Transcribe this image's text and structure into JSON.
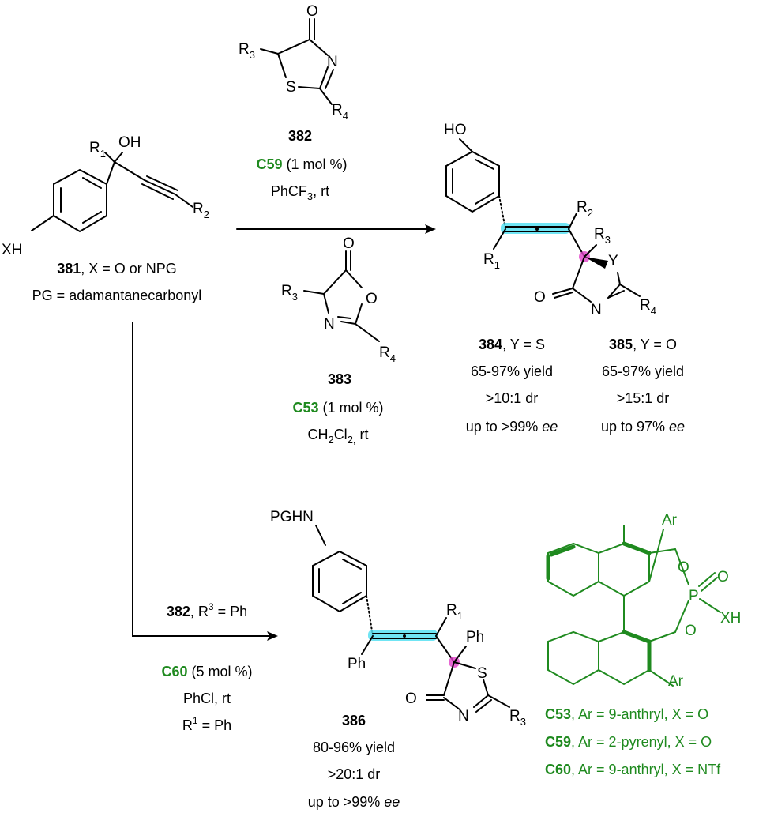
{
  "colors": {
    "catalyst": "#1f8a1f",
    "allene_highlight": "#57e1f2",
    "stereocenter": "#e040c8"
  },
  "sm": {
    "atoms": {
      "r1": "R",
      "r1_sub": "1",
      "oh": "OH",
      "r2": "R",
      "r2_sub": "2",
      "xh": "XH"
    },
    "num": "381",
    "cond1": ", X = O or NPG",
    "cond2": "PG = adamantanecarbonyl"
  },
  "c382": {
    "atoms": {
      "o": "O",
      "n": "N",
      "s": "S",
      "r3": "R",
      "r3_sub": "3",
      "r4": "R",
      "r4_sub": "4"
    },
    "num": "382",
    "cat": "C59",
    "cat_amt": " (1 mol %)",
    "solv_a": "PhCF",
    "solv_sub": "3",
    "solv_b": ", rt"
  },
  "c383": {
    "atoms": {
      "o_top": "O",
      "o_ring": "O",
      "n": "N",
      "r3": "R",
      "r3_sub": "3",
      "r4": "R",
      "r4_sub": "4"
    },
    "num": "383",
    "cat": "C53",
    "cat_amt": " (1 mol %)",
    "solv_a": "CH",
    "solv_sub1": "2",
    "solv_b": "Cl",
    "solv_sub2": "2,",
    "solv_c": " rt"
  },
  "p384": {
    "atoms": {
      "ho": "HO",
      "r2": "R",
      "r2_sub": "2",
      "r3": "R",
      "r3_sub": "3",
      "y": "Y",
      "r1": "R",
      "r1_sub": "1",
      "o": "O",
      "n": "N",
      "r4": "R",
      "r4_sub": "4"
    },
    "a_num": "384",
    "a_y": ", Y = S",
    "a_yield": "65-97% yield",
    "a_dr": ">10:1 dr",
    "a_ee": "up to >99% ",
    "ee": "ee",
    "b_num": "385",
    "b_y": ", Y = O",
    "b_yield": "65-97% yield",
    "b_dr": ">15:1 dr",
    "b_ee": "up to 97% "
  },
  "route3": {
    "num": "382",
    "r3_text": ", R",
    "r3_sup": "3",
    "r3_eq": " = Ph",
    "cat": "C60",
    "cat_amt": " (5 mol %)",
    "solv": "PhCl, rt",
    "r1_text": "R",
    "r1_sup": "1",
    "r1_eq": " = Ph"
  },
  "p386": {
    "atoms": {
      "pghn": "PGHN",
      "r1": "R",
      "r1_sub": "1",
      "ph_a": "Ph",
      "ph_b": "Ph",
      "s": "S",
      "o": "O",
      "n": "N",
      "r3": "R",
      "r3_sub": "3"
    },
    "num": "386",
    "yield": "80-96% yield",
    "dr": ">20:1 dr",
    "ee_text": "up to >99% ",
    "ee": "ee"
  },
  "catalyst": {
    "atoms": {
      "ar_top": "Ar",
      "ar_bot": "Ar",
      "o1": "O",
      "o2": "O",
      "p": "P",
      "o3": "O",
      "xh": "XH"
    },
    "legend": [
      {
        "name": "C53",
        "text": ", Ar = 9-anthryl, X = O"
      },
      {
        "name": "C59",
        "text": ", Ar = 2-pyrenyl, X = O"
      },
      {
        "name": "C60",
        "text": ", Ar = 9-anthryl, X = NTf"
      }
    ]
  }
}
